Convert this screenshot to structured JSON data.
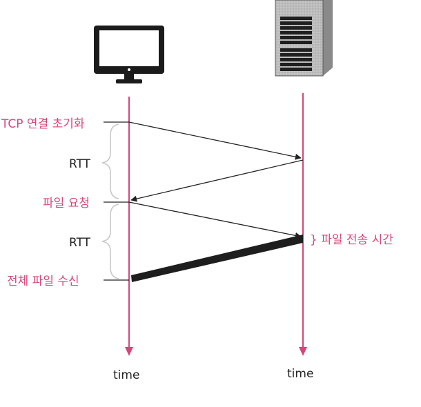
{
  "labels": {
    "tcp_init": "TCP 연결 초기화",
    "rtt_1": "RTT",
    "file_request": "파일 요청",
    "rtt_2": "RTT",
    "full_file_received": "전체 파일 수신",
    "file_transfer_time": "} 파일 전송 시간",
    "time_client": "time",
    "time_server": "time"
  },
  "icons": {
    "client": "desktop-monitor-icon",
    "server": "server-tower-icon"
  },
  "colors": {
    "accent": "#d6467a",
    "text": "#222222",
    "line": "#222222",
    "brace": "#c8c8c8"
  }
}
